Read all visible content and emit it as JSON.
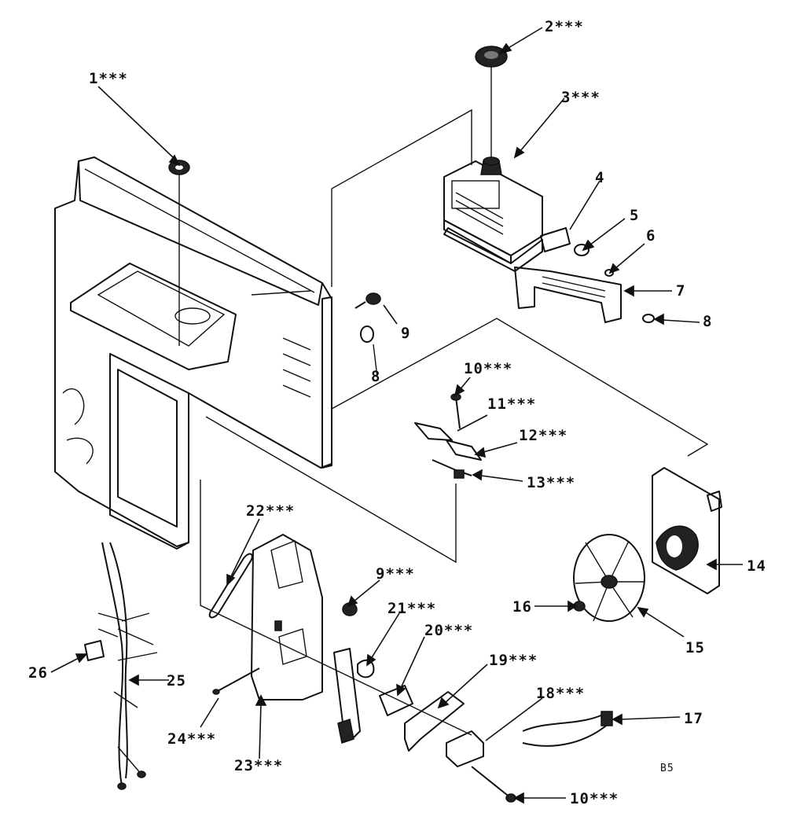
{
  "diagram": {
    "page_code": "B5",
    "callouts": [
      {
        "id": "c1",
        "text": "1***"
      },
      {
        "id": "c2",
        "text": "2***"
      },
      {
        "id": "c3",
        "text": "3***"
      },
      {
        "id": "c4",
        "text": "4"
      },
      {
        "id": "c5",
        "text": "5"
      },
      {
        "id": "c6",
        "text": "6"
      },
      {
        "id": "c7",
        "text": "7"
      },
      {
        "id": "c8a",
        "text": "8"
      },
      {
        "id": "c9a",
        "text": "9"
      },
      {
        "id": "c8b",
        "text": "8"
      },
      {
        "id": "c10a",
        "text": "10***"
      },
      {
        "id": "c11",
        "text": "11***"
      },
      {
        "id": "c12",
        "text": "12***"
      },
      {
        "id": "c13",
        "text": "13***"
      },
      {
        "id": "c14",
        "text": "14"
      },
      {
        "id": "c15",
        "text": "15"
      },
      {
        "id": "c16",
        "text": "16"
      },
      {
        "id": "c17",
        "text": "17"
      },
      {
        "id": "c18",
        "text": "18***"
      },
      {
        "id": "c19",
        "text": "19***"
      },
      {
        "id": "c20",
        "text": "20***"
      },
      {
        "id": "c21",
        "text": "21***"
      },
      {
        "id": "c22",
        "text": "22***"
      },
      {
        "id": "c9b",
        "text": "9***"
      },
      {
        "id": "c23",
        "text": "23***"
      },
      {
        "id": "c24",
        "text": "24***"
      },
      {
        "id": "c25",
        "text": "25"
      },
      {
        "id": "c26",
        "text": "26"
      },
      {
        "id": "c10b",
        "text": "10***"
      }
    ]
  }
}
